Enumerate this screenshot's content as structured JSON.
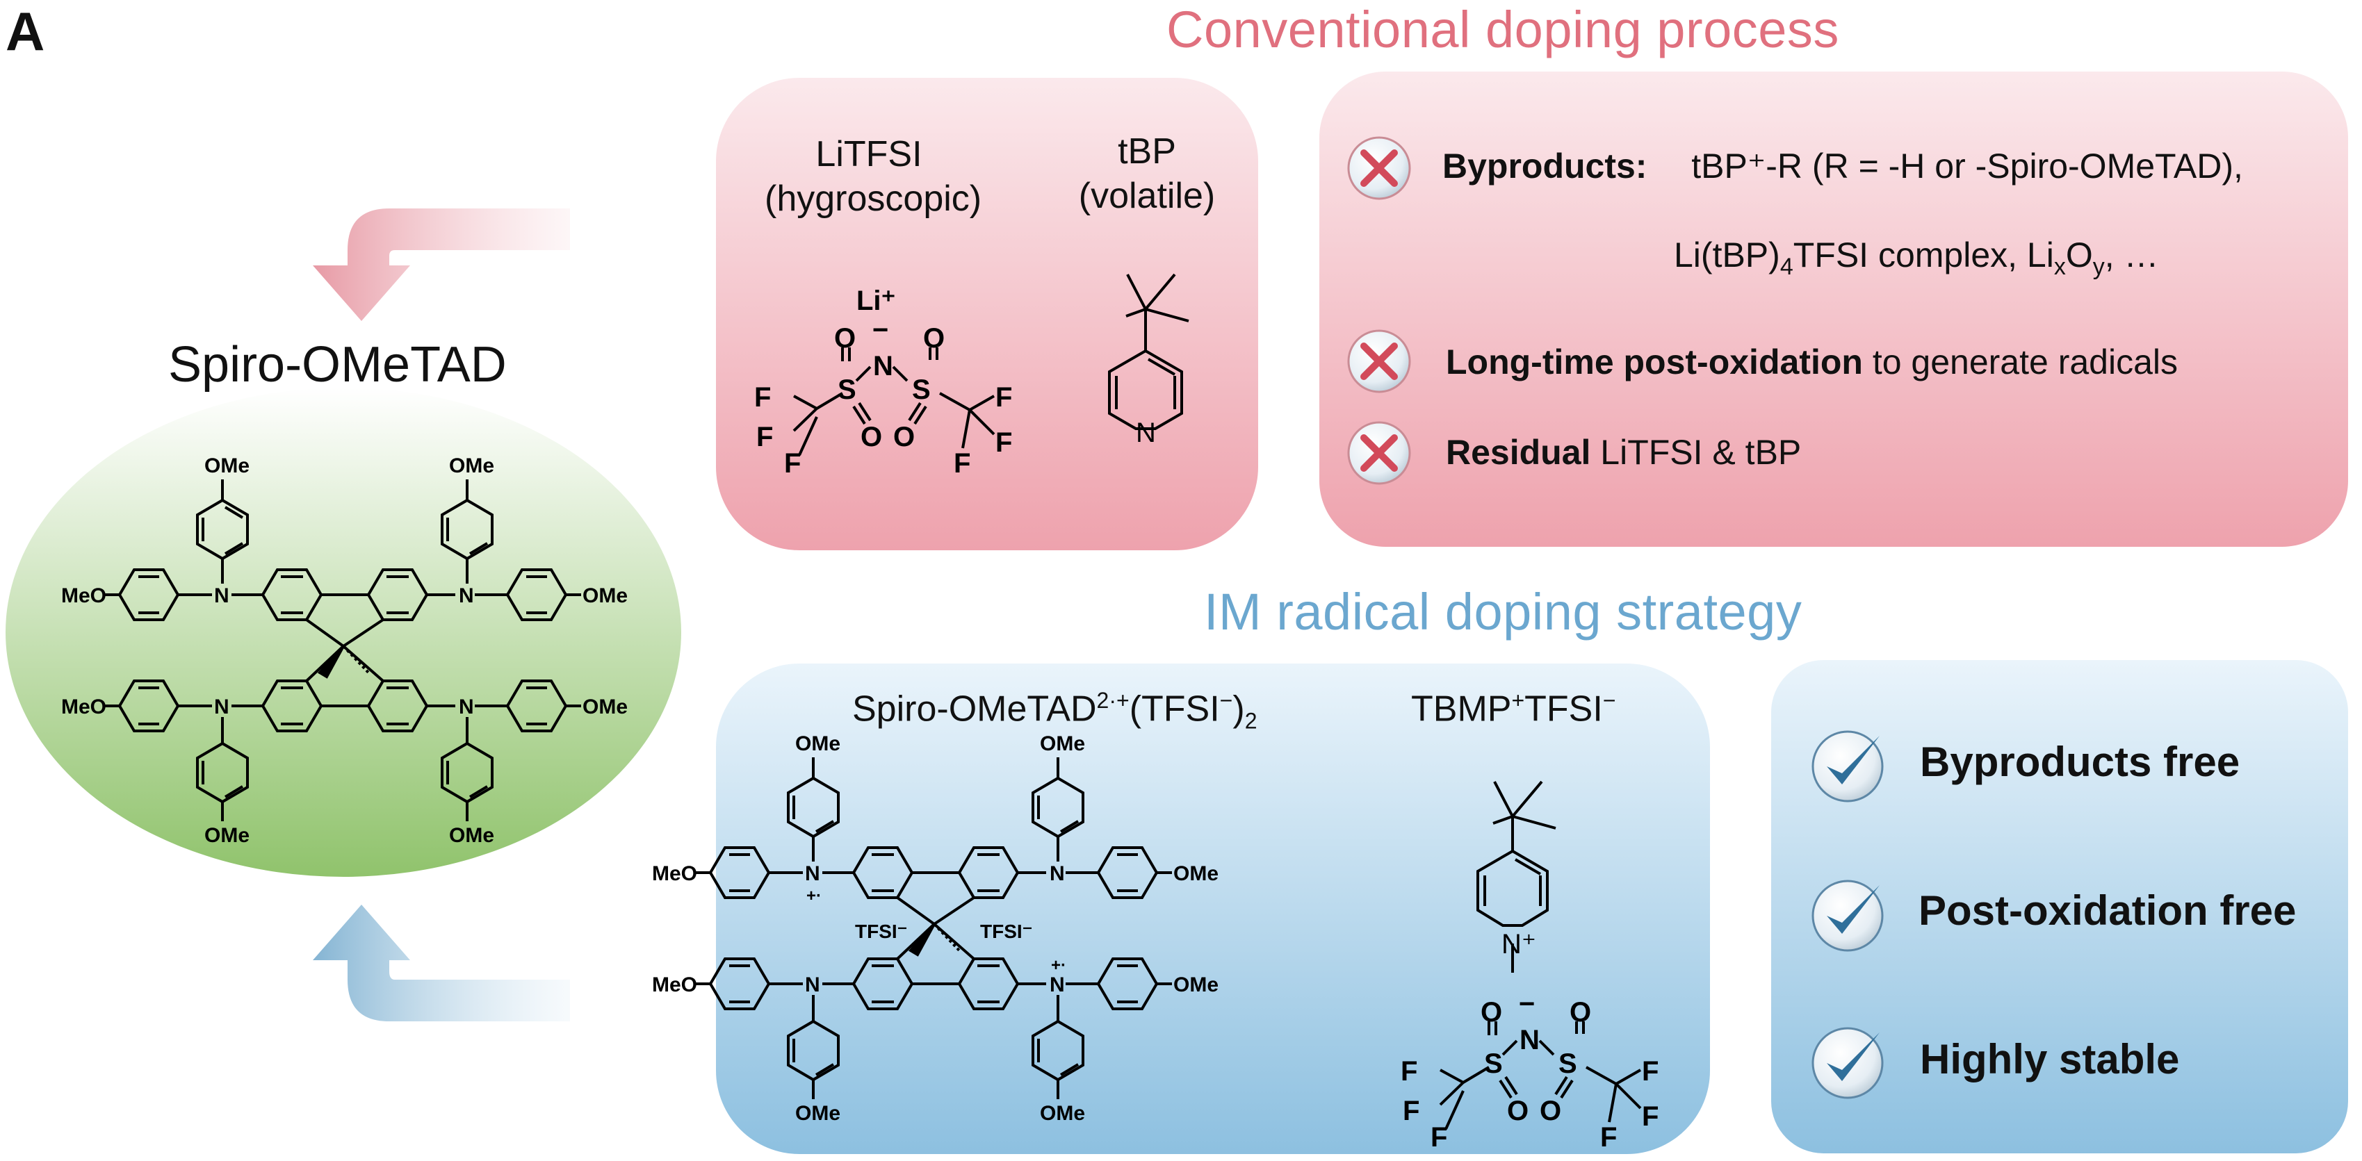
{
  "panel_letter": "A",
  "conventional": {
    "title": "Conventional doping process",
    "litfsi": {
      "name": "LiTFSI",
      "note": "(hygroscopic)",
      "cation": "Li⁺"
    },
    "tbp": {
      "name": "tBP",
      "note": "(volatile)"
    },
    "byproducts_label": "Byproducts:",
    "byproducts_line1": "tBP⁺-R (R = -H or -Spiro-OMeTAD),",
    "byproducts_line2_pre": "Li(tBP)",
    "byproducts_line2_sub": "4",
    "byproducts_line2_post": "TFSI complex,  Li",
    "byproducts_line2_subx": "x",
    "byproducts_line2_o": "O",
    "byproducts_line2_suby": "y",
    "byproducts_line2_end": ",  …",
    "post_oxidation_bold": "Long-time post-oxidation",
    "post_oxidation_rest": " to generate radicals",
    "residual_bold": "Residual",
    "residual_rest": " LiTFSI & tBP"
  },
  "spiro": {
    "title": "Spiro-OMeTAD",
    "ome": "OMe",
    "meo": "MeO",
    "n": "N"
  },
  "im_strategy": {
    "title": "IM radical doping strategy",
    "radical_label_main": "Spiro-OMeTAD",
    "radical_label_sup": "2·+",
    "radical_label_tail": "(TFSI",
    "radical_label_tail_sup": "−",
    "radical_label_end": ")",
    "radical_label_sub": "2",
    "tbmp_label_main": "TBMP",
    "tbmp_label_sup1": "+",
    "tbmp_label_mid": "TFSI",
    "tbmp_label_sup2": "−",
    "tfsi_ion": "TFSI⁻",
    "radical_cation_mark": "+·",
    "n_plus": "N⁺",
    "benefits": [
      "Byproducts free",
      "Post-oxidation free",
      "Highly stable"
    ]
  },
  "tfsi_atoms": {
    "S": "S",
    "O": "O",
    "N": "N",
    "F": "F",
    "minus": "−"
  },
  "colors": {
    "red_title": "#e0707e",
    "blue_title": "#6ba7cf",
    "red_box_top": "#fbe7ea",
    "red_box_bottom": "#eea4ae",
    "blue_box_top": "#e9f3fa",
    "blue_box_bottom": "#8fc1e1",
    "green_top": "#ffffff",
    "green_bottom": "#92c46f",
    "check": "#2f6f9a"
  }
}
